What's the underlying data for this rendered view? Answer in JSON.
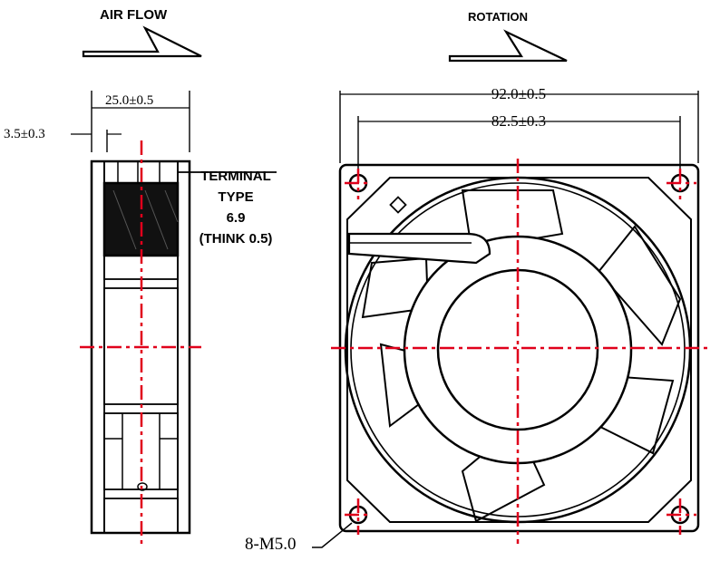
{
  "labels": {
    "air_flow": "AIR FLOW",
    "rotation": "ROTATION",
    "terminal_line1": "TERMINAL",
    "terminal_line2": "TYPE",
    "terminal_line3": "6.9",
    "terminal_line4": "(THINK 0.5)"
  },
  "dimensions": {
    "side_depth": "25.0±0.5",
    "side_offset": "3.5±0.3",
    "frame_width": "92.0±0.5",
    "hole_spacing": "82.5±0.3",
    "mounting_holes": "8-M5.0"
  },
  "colors": {
    "outline": "#000000",
    "centerline": "#e0001b",
    "terminal_fill": "#111111"
  }
}
